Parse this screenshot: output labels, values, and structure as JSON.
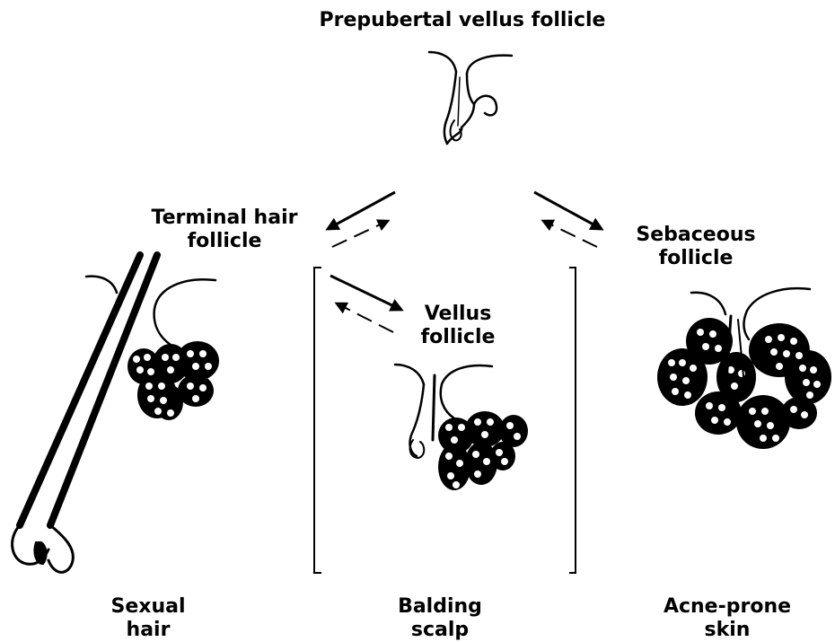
{
  "top": {
    "title": "Prepubertal vellus follicle"
  },
  "labels": {
    "terminal": [
      "Terminal hair",
      "follicle"
    ],
    "sebaceous": [
      "Sebaceous",
      "follicle"
    ],
    "vellus": [
      "Vellus",
      "follicle"
    ]
  },
  "captions": {
    "sexual": [
      "Sexual",
      "hair"
    ],
    "balding": [
      "Balding",
      "scalp"
    ],
    "acne": [
      "Acne-prone",
      "skin"
    ]
  },
  "colors": {
    "ink": "#000000",
    "background": "#ffffff"
  }
}
